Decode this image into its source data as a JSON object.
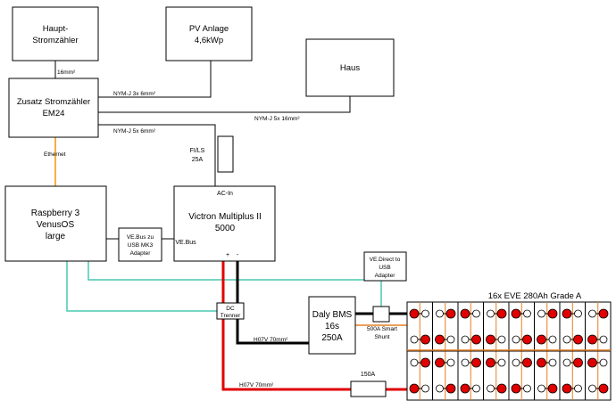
{
  "boxes": {
    "haupt": {
      "line1": "Haupt-",
      "line2": "Stromzähler"
    },
    "pv": {
      "line1": "PV Anlage",
      "line2": "4,6kWp"
    },
    "haus": {
      "label": "Haus"
    },
    "zusatz": {
      "line1": "Zusatz Stromzähler",
      "line2": "EM24"
    },
    "raspberry": {
      "line1": "Raspberry 3",
      "line2": "VenusOS",
      "line3": "large"
    },
    "vebus_adapter": {
      "line1": "VE.Bus zu",
      "line2": "USB MK3",
      "line3": "Adapter"
    },
    "victron": {
      "line1": "Victron Multiplus II",
      "line2": "5000",
      "port_acin": "AC-In",
      "port_vebus": "VE.Bus",
      "plus": "+",
      "minus": "-"
    },
    "fi_ls": {
      "line1": "FI/LS",
      "line2": "25A"
    },
    "vedirect": {
      "line1": "VE.Direct to",
      "line2": "USB",
      "line3": "Adapter"
    },
    "dc_trenner": {
      "line1": "DC",
      "line2": "Trenner"
    },
    "daly": {
      "line1": "Daly BMS",
      "line2": "16s",
      "line3": "250A"
    },
    "shunt": {
      "line1": "500A Smart",
      "line2": "Shunt"
    },
    "fuse": {
      "label": "150A"
    },
    "battery": {
      "title": "16x EVE 280Ah Grade A"
    }
  },
  "cables": {
    "main_16": "16mm²",
    "pv_cable": "NYM-J 3x 6mm²",
    "haus_cable": "NYM-J 5x 16mm²",
    "multi_cable": "NYM-J 5x 6mm²",
    "ethernet": "Ethernet",
    "h07v_top": "H07V 70mm²",
    "h07v_bottom": "H07V 70mm²"
  },
  "colors": {
    "ethernet": "#f5b041",
    "data_line": "#48c9b0",
    "positive": "#e00000",
    "negative": "#000000",
    "balance": "#e67e22"
  }
}
